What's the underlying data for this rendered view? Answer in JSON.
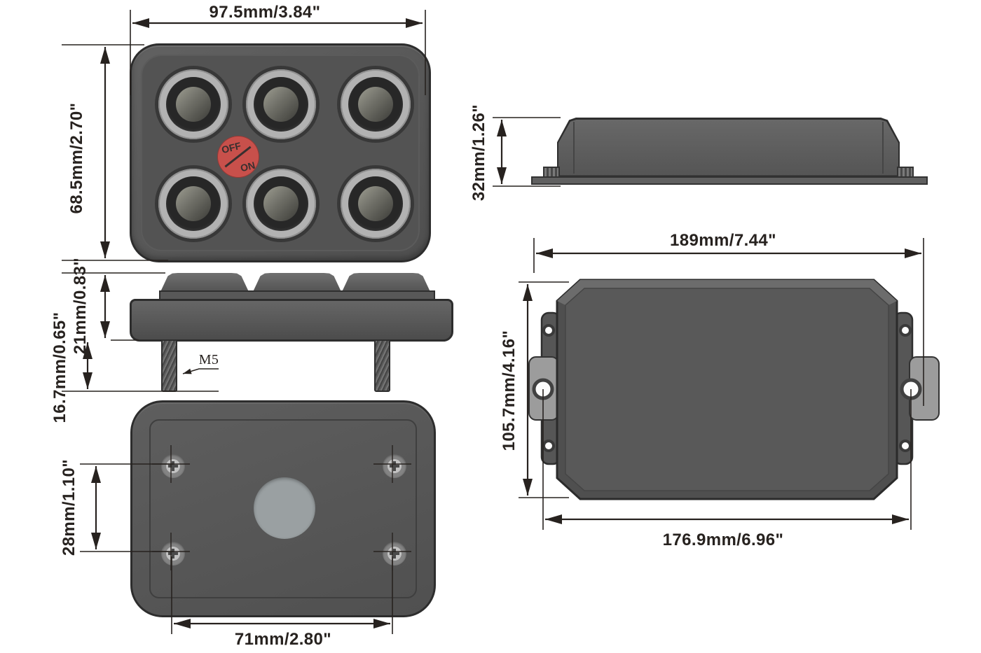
{
  "dimensions": {
    "front_width": "97.5mm/3.84\"",
    "front_height": "68.5mm/2.70\"",
    "cap_height": "21mm/0.83\"",
    "stud_length": "16.7mm/0.65\"",
    "thread": "M5",
    "rear_hole_spacing_vertical": "28mm/1.10\"",
    "rear_hole_spacing_horizontal": "71mm/2.80\"",
    "profile_height": "32mm/1.26\"",
    "plate_width": "189mm/7.44\"",
    "plate_height": "105.7mm/4.16\"",
    "mount_hole_spacing": "176.9mm/6.96\""
  },
  "switch_label": {
    "off": "OFF",
    "on": "ON"
  },
  "colors": {
    "line": "#27221f",
    "body_gray": "#575757",
    "button_ring": "#b2b2b2",
    "accent_red": "#c8504b",
    "rear_port_gray": "#9aa0a2"
  }
}
